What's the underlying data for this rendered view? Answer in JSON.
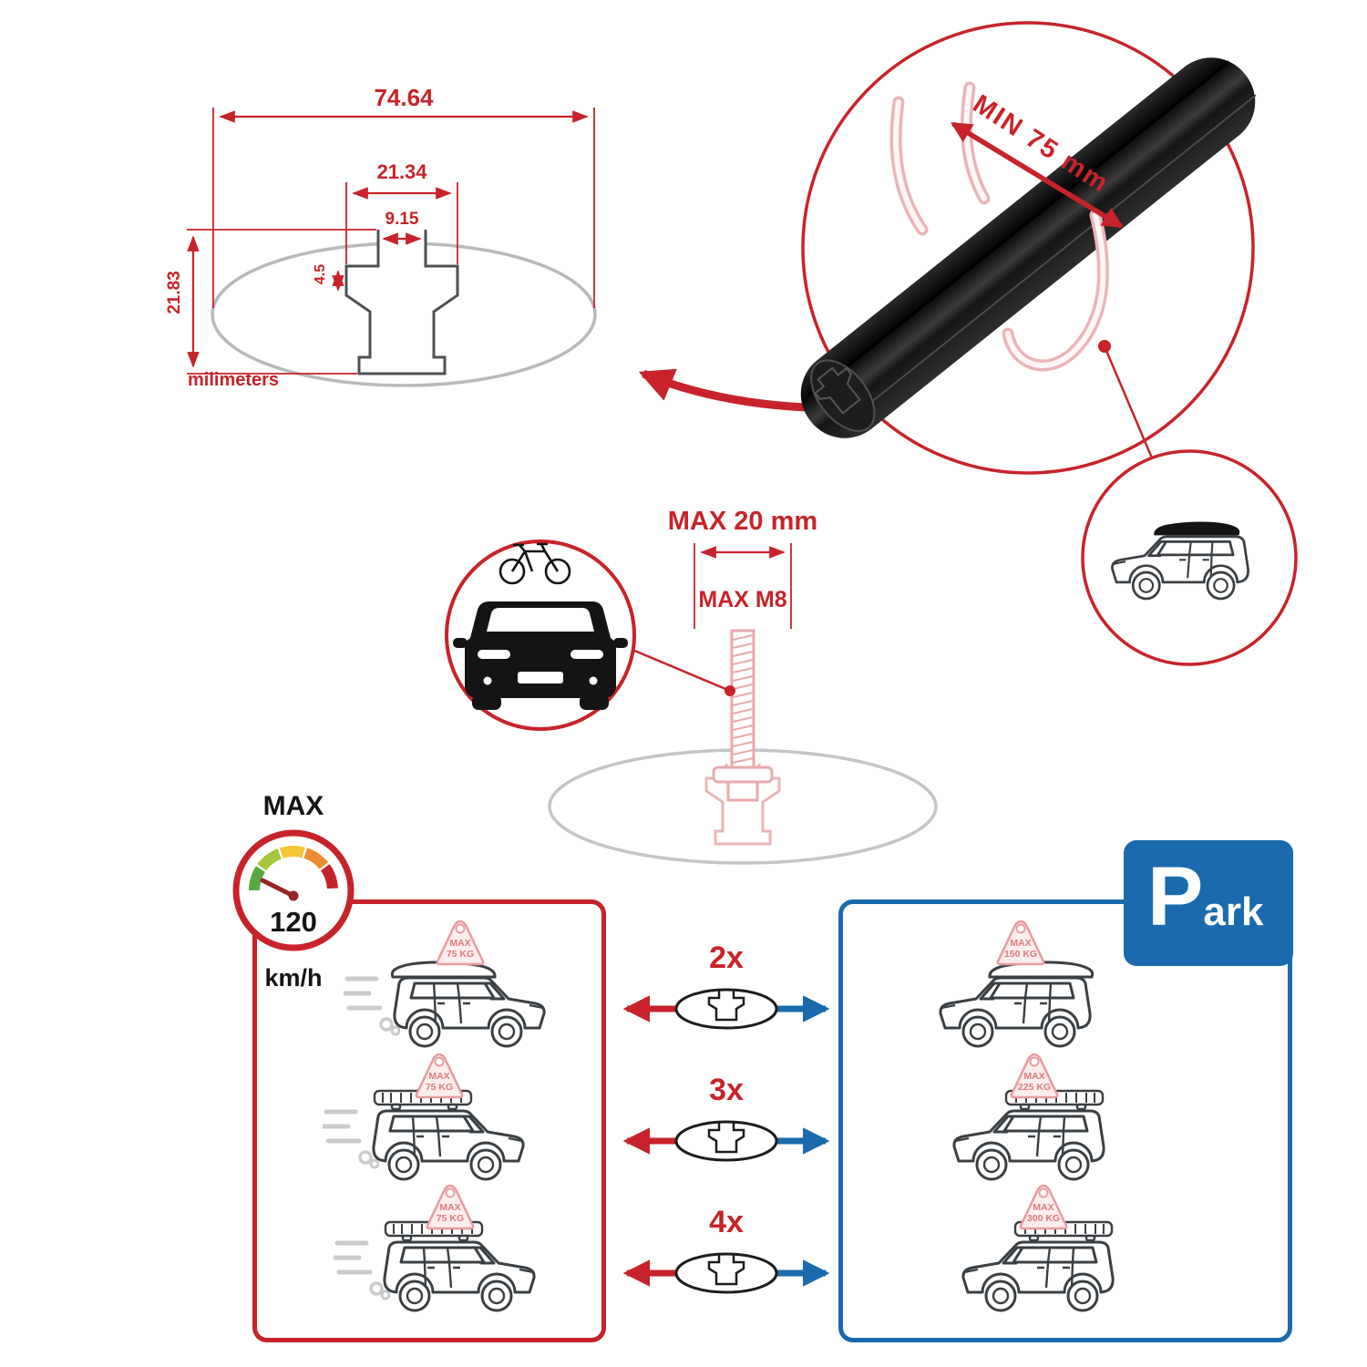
{
  "colors": {
    "accent_red": "#c8232a",
    "accent_blue": "#1a6aad",
    "ghost_pink": "#eab5b8",
    "outline_gray": "#b7babc"
  },
  "icons": {
    "gauge": "speedometer-gauge",
    "park": "parking-sign",
    "car": "car-side",
    "car_front": "car-front",
    "bike": "bicycle",
    "bolt": "threaded-bolt",
    "crossbar": "roof-crossbar"
  },
  "cross_section": {
    "total_width": "74.64",
    "channel_width": "21.34",
    "slot_width": "9.15",
    "slot_depth": "4.5",
    "total_height": "21.83",
    "units_label": "milimeters"
  },
  "bar_detail": {
    "min_span_label": "MIN 75 mm"
  },
  "bolt_detail": {
    "max_width_label": "MAX 20 mm",
    "max_thread_label": "MAX M8"
  },
  "speed_gauge": {
    "title": "MAX",
    "value": "120",
    "unit": "km/h"
  },
  "multipliers": [
    {
      "label": "2x"
    },
    {
      "label": "3x"
    },
    {
      "label": "4x"
    }
  ],
  "driving_cars": [
    {
      "tag_line1": "MAX",
      "tag_line2": "75 KG"
    },
    {
      "tag_line1": "MAX",
      "tag_line2": "75 KG"
    },
    {
      "tag_line1": "MAX",
      "tag_line2": "75 KG"
    }
  ],
  "parked_cars": [
    {
      "tag_line1": "MAX",
      "tag_line2": "150 KG"
    },
    {
      "tag_line1": "MAX",
      "tag_line2": "225 KG"
    },
    {
      "tag_line1": "MAX",
      "tag_line2": "300 KG"
    }
  ],
  "parking_sign": {
    "letter": "P",
    "suffix": "ark"
  }
}
